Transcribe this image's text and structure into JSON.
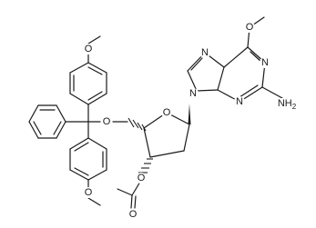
{
  "molecule": {
    "atoms": [
      {
        "id": "o-top-methoxy",
        "label": "O"
      },
      {
        "id": "n-purine-1",
        "label": "N"
      },
      {
        "id": "n-purine-7",
        "label": "N"
      },
      {
        "id": "n-purine-3",
        "label": "N"
      },
      {
        "id": "n-purine-9",
        "label": "N"
      },
      {
        "id": "nh2-amino",
        "label": "NH2"
      },
      {
        "id": "o-ring",
        "label": "O"
      },
      {
        "id": "o-5prime",
        "label": "O"
      },
      {
        "id": "o-3prime",
        "label": "O"
      },
      {
        "id": "o-carbonyl",
        "label": "O"
      },
      {
        "id": "o-upper-methoxy",
        "label": "O"
      },
      {
        "id": "o-lower-methoxy",
        "label": "O"
      }
    ]
  },
  "colors": {
    "bond": "#1a1a1a",
    "background": "#ffffff"
  }
}
